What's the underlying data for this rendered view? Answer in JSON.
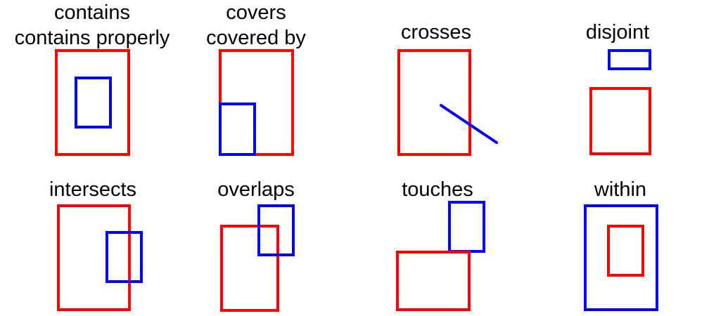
{
  "colors": {
    "red": "#ff0000",
    "blue": "#0000ff",
    "text": "#000000",
    "background": "#ffffff"
  },
  "panels": [
    {
      "id": "contains",
      "label_lines": [
        "contains",
        "contains properly"
      ]
    },
    {
      "id": "covers",
      "label_lines": [
        "covers",
        "covered by"
      ]
    },
    {
      "id": "crosses",
      "label_lines": [
        "crosses"
      ]
    },
    {
      "id": "disjoint",
      "label_lines": [
        "disjoint"
      ]
    },
    {
      "id": "intersects",
      "label_lines": [
        "intersects"
      ]
    },
    {
      "id": "overlaps",
      "label_lines": [
        "overlaps"
      ]
    },
    {
      "id": "touches",
      "label_lines": [
        "touches"
      ]
    },
    {
      "id": "within",
      "label_lines": [
        "within"
      ]
    }
  ]
}
